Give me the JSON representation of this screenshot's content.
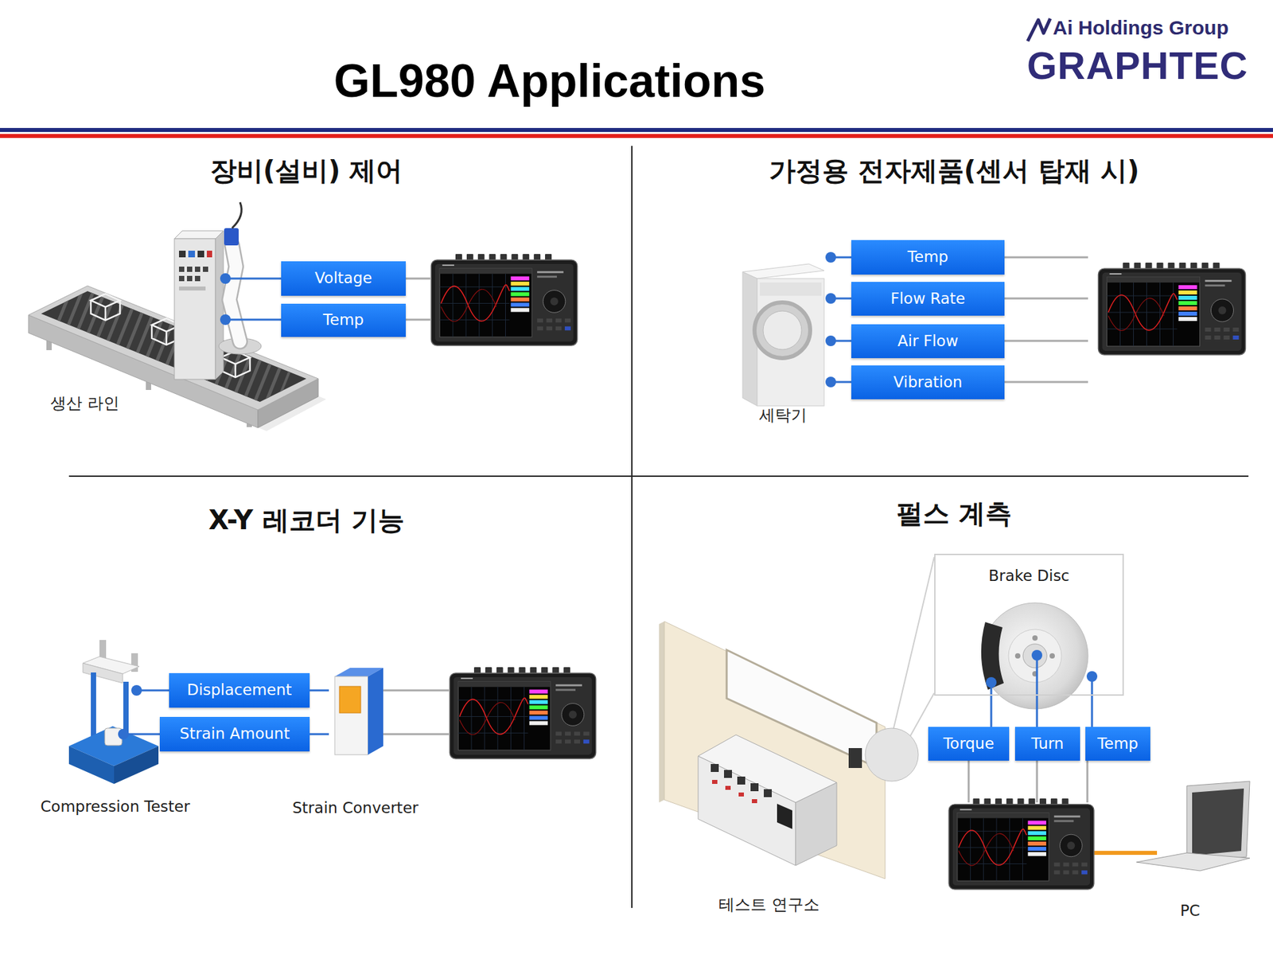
{
  "diagram": {
    "title": "GL980 Applications",
    "nodes": [
      {
        "text": [
          "Voltage"
        ]
      },
      {
        "text": [
          "Temp"
        ]
      },
      {
        "text": [
          "Temp"
        ]
      },
      {
        "text": [
          "Flow Rate"
        ]
      },
      {
        "text": [
          "Air Flow"
        ]
      },
      {
        "text": [
          "Vibration"
        ]
      },
      {
        "text": [
          "Displacement"
        ]
      },
      {
        "text": [
          "Strain Amount"
        ]
      },
      {
        "text": [
          "Strain Converter"
        ]
      },
      {
        "text": [
          "Brake Disc"
        ]
      },
      {
        "text": [
          "Torque"
        ]
      },
      {
        "text": [
          "Turn"
        ]
      },
      {
        "text": [
          "Temp"
        ]
      }
    ],
    "edges": [
      {
        "from": 6,
        "to": 8,
        "arrow": "none"
      },
      {
        "from": 7,
        "to": 8,
        "arrow": "none"
      },
      {
        "from": 9,
        "to": 10,
        "arrow": "none"
      },
      {
        "from": 9,
        "to": 11,
        "arrow": "none"
      },
      {
        "from": 9,
        "to": 12,
        "arrow": "none"
      }
    ],
    "labels": [
      "Ai Holdings Group",
      "GRAPHTEC",
      "장비(설비) 제어",
      "가정용 전자제품(센서 탑재 시)",
      "X-Y 레코더 기능",
      "펄스 계측",
      "생산 라인",
      "세탁기",
      "Compression Tester",
      "테스트 연구소",
      "PC"
    ]
  }
}
